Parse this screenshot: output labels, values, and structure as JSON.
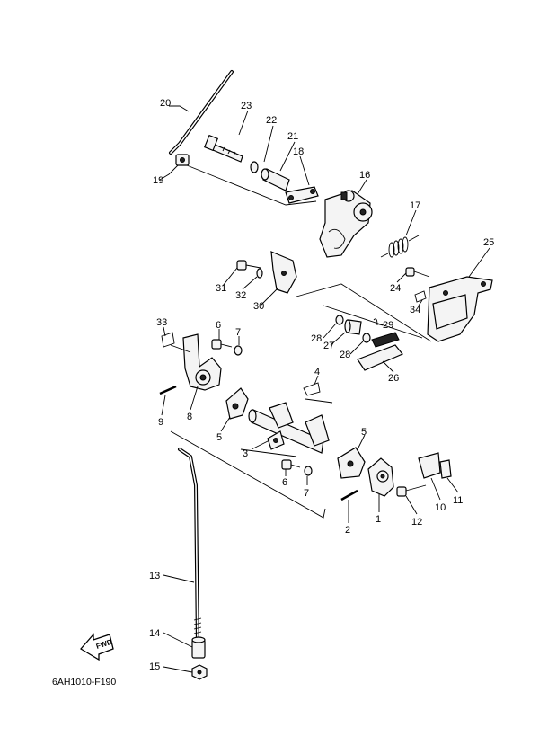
{
  "diagram": {
    "code": "6AH1010-F190",
    "fwd_label": "FWD",
    "callouts": {
      "c1": "1",
      "c2": "2",
      "c3": "3",
      "c4": "4",
      "c5a": "5",
      "c5b": "5",
      "c6a": "6",
      "c6b": "6",
      "c7a": "7",
      "c7b": "7",
      "c8": "8",
      "c9": "9",
      "c10": "10",
      "c11": "11",
      "c12": "12",
      "c13": "13",
      "c14": "14",
      "c15": "15",
      "c16": "16",
      "c17": "17",
      "c18": "18",
      "c19": "19",
      "c20": "20",
      "c21": "21",
      "c22": "22",
      "c23": "23",
      "c24": "24",
      "c25": "25",
      "c26": "26",
      "c27": "27",
      "c28a": "28",
      "c28b": "28",
      "c29": "29",
      "c30": "30",
      "c31": "31",
      "c32": "32",
      "c33": "33",
      "c34": "34"
    }
  }
}
